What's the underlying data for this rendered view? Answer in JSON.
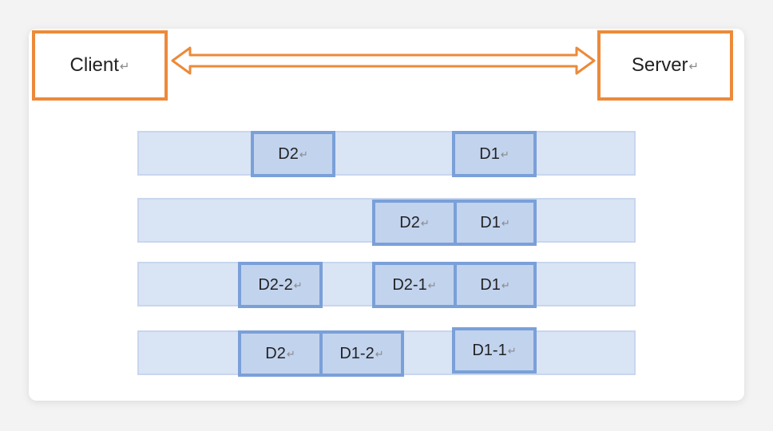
{
  "diagram": {
    "client_label": "Client",
    "server_label": "Server",
    "return_mark": "↵",
    "rows": [
      {
        "packets": [
          "D2",
          "D1"
        ]
      },
      {
        "packets": [
          "D2",
          "D1"
        ]
      },
      {
        "packets": [
          "D2-2",
          "D2-1",
          "D1"
        ]
      },
      {
        "packets": [
          "D2",
          "D1-2",
          "D1-1"
        ]
      }
    ],
    "colors": {
      "endpoint_border": "#ec8a3a",
      "arrow": "#ec8a3a",
      "track_fill": "#d9e4f4",
      "packet_fill": "#c2d3ee",
      "packet_border": "#7aa0d8"
    }
  }
}
